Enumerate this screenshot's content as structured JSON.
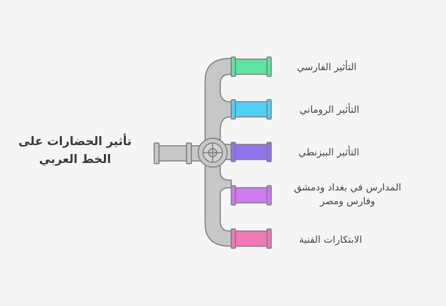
{
  "title": "تأثير الحضارات على الخط العربي",
  "branches": [
    {
      "label": "التأثير الفارسي",
      "color": "#5fe3a1"
    },
    {
      "label": "التأثير الروماني",
      "color": "#4fd0f7"
    },
    {
      "label": "التأثير البيزنطي",
      "color": "#8f74ee"
    },
    {
      "label": "المدارس في بغداد ودمشق وفارس ومصر",
      "color": "#cf7af2"
    },
    {
      "label": "الابتكارات الفنية",
      "color": "#f276b8"
    }
  ],
  "colors": {
    "pipe": "#c7c7c7",
    "pipe_stroke": "#7d7d7d",
    "background": "#f5f5f5"
  }
}
